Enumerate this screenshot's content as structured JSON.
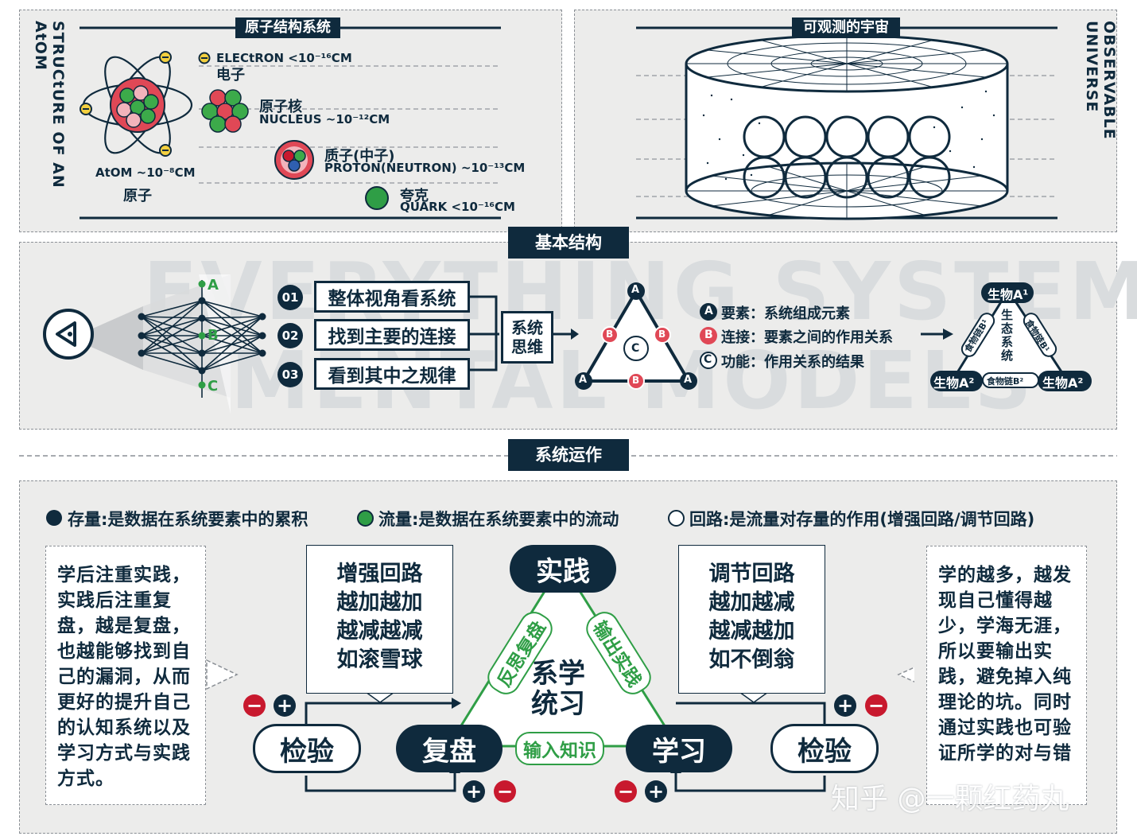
{
  "atom_panel": {
    "title": "原子结构系统",
    "side_label": "STRUCtURE OF AN AtOM",
    "electron": {
      "en": "ELECtRON <10⁻¹⁶CM",
      "cn": "电子"
    },
    "nucleus": {
      "cn": "原子核",
      "en": "NUCLEUS ~10⁻¹²CM"
    },
    "proton": {
      "cn": "质子(中子)",
      "en": "PROTON(NEUTRON) ~10⁻¹³CM"
    },
    "quark": {
      "cn": "夸克",
      "en": "QUARK <10⁻¹⁶CM"
    },
    "atom": {
      "en": "AtOM ~10⁻⁸CM",
      "cn": "原子"
    }
  },
  "universe_panel": {
    "title": "可观测的宇宙",
    "side_label": "OBSERVABLE UNIVERSE"
  },
  "basic": {
    "title": "基本结构",
    "watermark": [
      "EVERYTHING SYSTEM",
      "MENTAL MODELS"
    ],
    "net_labels": [
      "A",
      "B",
      "C"
    ],
    "steps": [
      {
        "num": "01",
        "text": "整体视角看系统"
      },
      {
        "num": "02",
        "text": "找到主要的连接"
      },
      {
        "num": "03",
        "text": "看到其中之规律"
      }
    ],
    "systems_thinking": [
      "系统",
      "思维"
    ],
    "tri_letters": {
      "a": "A",
      "b": "B",
      "c": "C"
    },
    "legend": [
      {
        "letter": "A",
        "text": "要素：系统组成元素"
      },
      {
        "letter": "B",
        "text": "连接：要素之间的作用关系"
      },
      {
        "letter": "C",
        "text": "功能：作用关系的结果"
      }
    ],
    "eco": {
      "top": "生物A¹",
      "left": "生物A²",
      "right": "生物A²",
      "center": [
        "生",
        "态",
        "系",
        "统"
      ],
      "link_left": "食物链B¹",
      "link_right": "食物链B¹",
      "link_bottom": "食物链B²"
    }
  },
  "ops": {
    "title": "系统运作",
    "legend": [
      "存量:是数据在系统要素中的累积",
      "流量:是数据在系统要素中的流动",
      "回路:是流量对存量的作用(增强回路/调节回路)"
    ],
    "left_note": "学后注重实践，实践后注重复盘，越是复盘，也越能够找到自己的漏洞，从而更好的提升自己的认知系统以及学习方式与实践方式。",
    "right_note": "学的越多，越发现自己懂得越少，学海无涯，所以要输出实践，避免掉入纯理论的坑。同时通过实践也可验证所学的对与错",
    "reinforce_box": [
      "增强回路",
      "越加越加",
      "越减越减",
      "如滚雪球"
    ],
    "balance_box": [
      "调节回路",
      "越加越减",
      "越减越加",
      "如不倒翁"
    ],
    "practice": "实践",
    "review": "复盘",
    "learn": "学习",
    "check_left": "检验",
    "check_right": "检验",
    "center": [
      "系学",
      "统习"
    ],
    "edge_left": "反思复盘",
    "edge_right": "输出实践",
    "edge_bottom": "输入知识",
    "signs": {
      "plus": "+",
      "minus": "−"
    }
  },
  "watermark_credit": "知乎 @一颗红药丸",
  "colors": {
    "navy": "#0f2a3d",
    "red": "#c8192e",
    "green": "#2f9e46",
    "panel": "#ececeb"
  }
}
